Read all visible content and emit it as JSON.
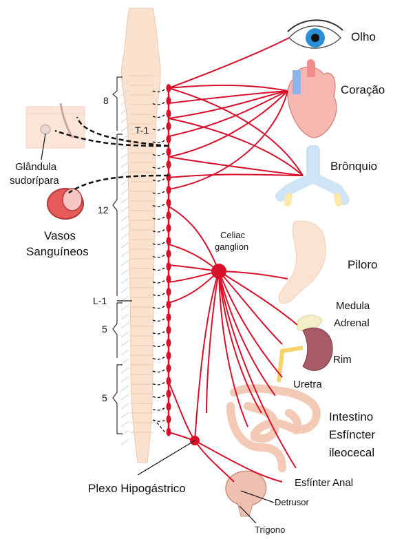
{
  "labels": {
    "olho": "Olho",
    "coracao": "Coração",
    "bronquio": "Brônquio",
    "glandula_line1": "Glândula",
    "glandula_line2": "sudorípara",
    "vasos_line1": "Vasos",
    "vasos_line2": "Sanguíneos",
    "celiac_line1": "Celiac",
    "celiac_line2": "ganglion",
    "piloro": "Piloro",
    "medula_line1": "Medula",
    "medula_line2": "Adrenal",
    "rim": "Rim",
    "uretra": "Uretra",
    "intestino": "Intestino",
    "esfincter_line1": "Esfíncter",
    "esfincter_line2": "ileocecal",
    "esfinter_anal": "Esfínter Anal",
    "plexo": "Plexo Hipogástrico",
    "detrusor": "Detrusor",
    "trigono": "Trígono",
    "t1": "T-1",
    "l1": "L-1",
    "seg_8": "8",
    "seg_12": "12",
    "seg_5a": "5",
    "seg_5b": "5"
  },
  "colors": {
    "nerve": "#d9102a",
    "spine": "#fae2cf",
    "spine_edge": "#ecc7ad",
    "organ_pink": "#f4c4b0",
    "organ_light": "#fbe3d2",
    "dashed": "#111111"
  }
}
